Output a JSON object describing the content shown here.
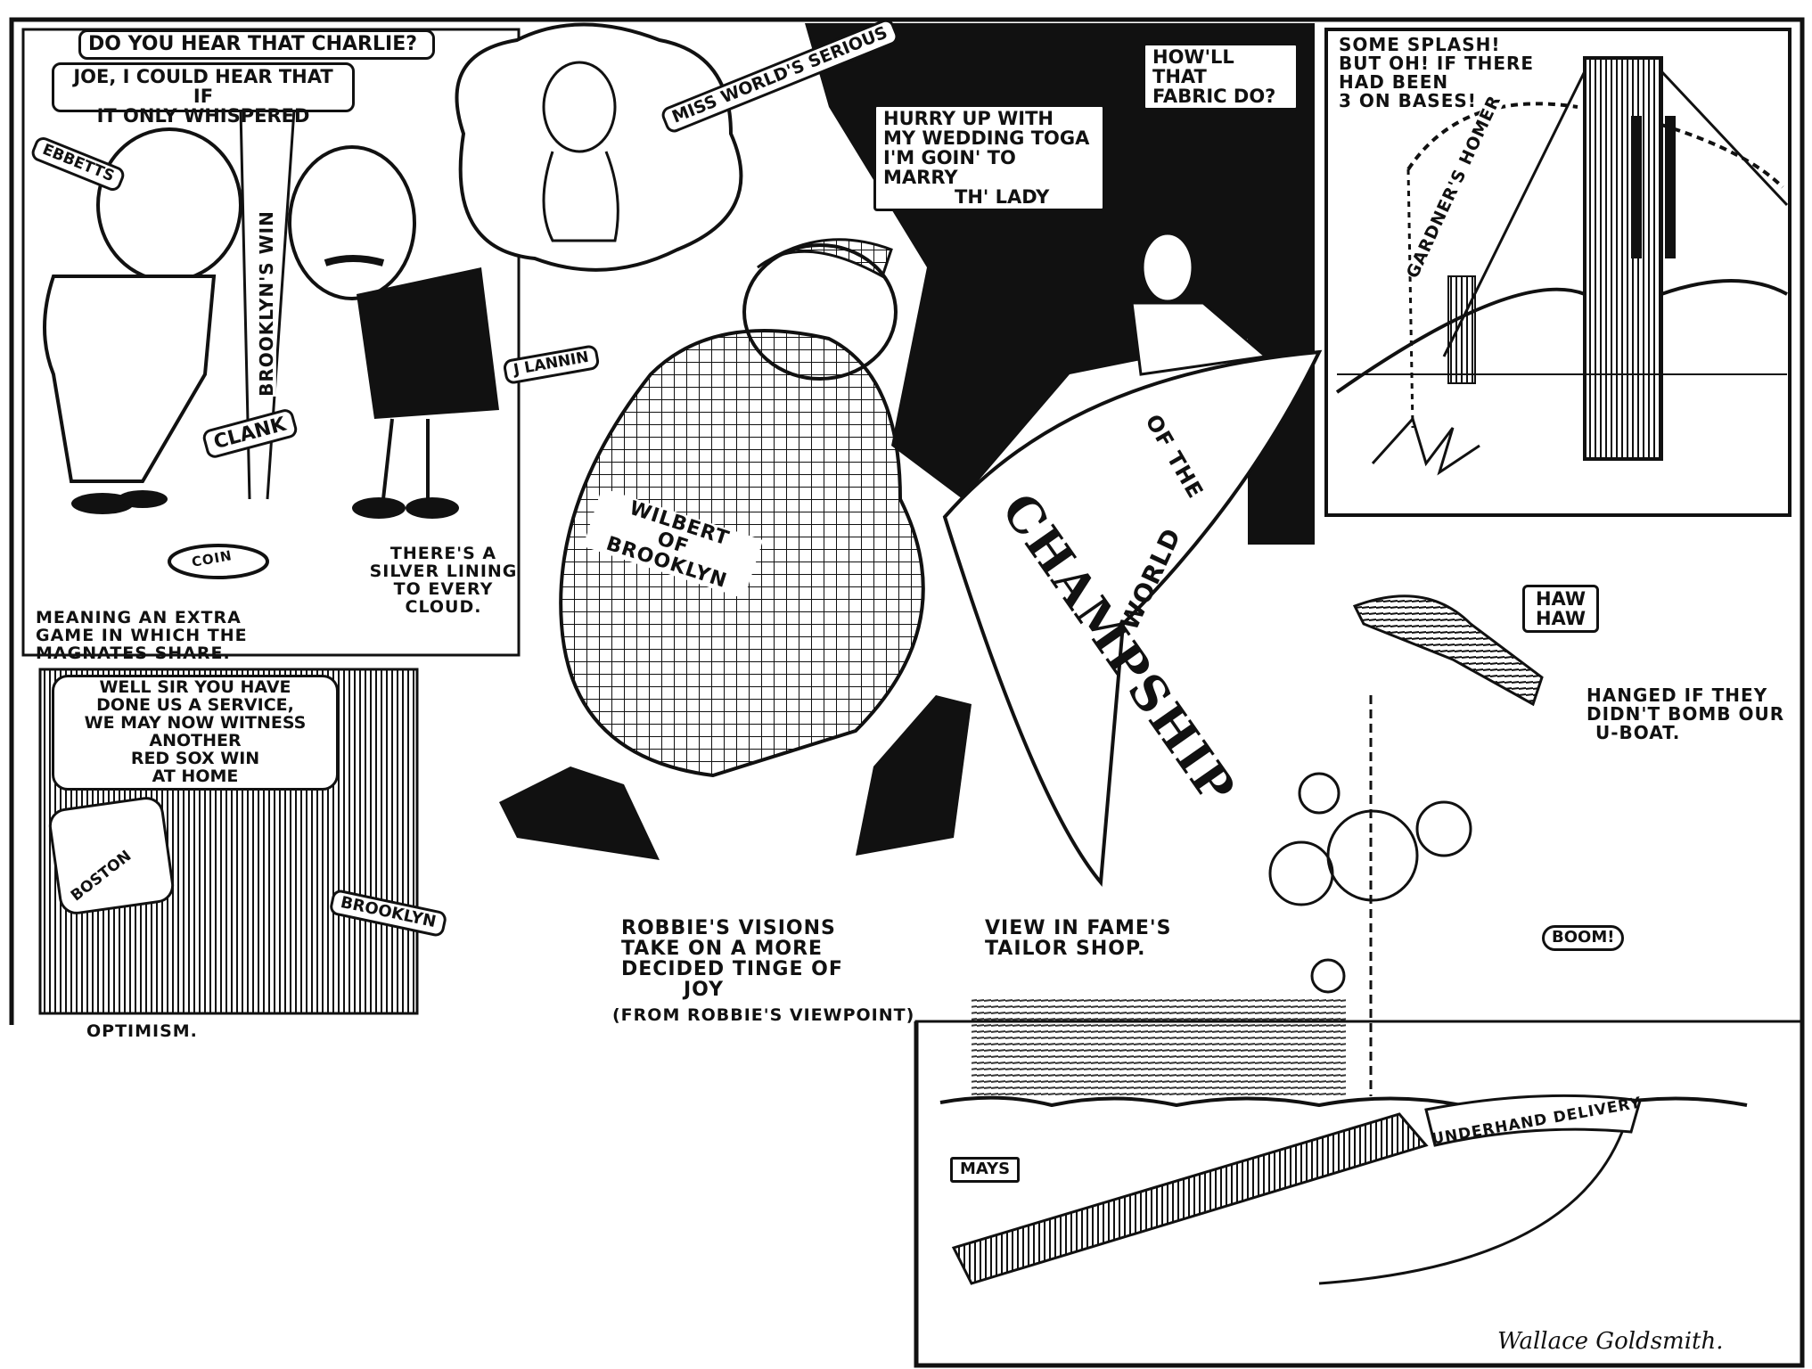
{
  "panel_1": {
    "speech_top": "DO YOU HEAR THAT CHARLIE?",
    "speech_reply_line1": "JOE, I COULD HEAR THAT IF",
    "speech_reply_line2": "IT ONLY WHISPERED",
    "label_ebbetts": "EBBETTS",
    "label_lannin": "J LANNIN",
    "vertical_label": "BROOKLYN'S WIN",
    "sound_effect": "CLANK",
    "coin_label": "COIN",
    "caption_left": [
      "MEANING AN EXTRA",
      "GAME IN WHICH THE",
      "MAGNATES SHARE."
    ],
    "caption_right": [
      "THERE'S A",
      "SILVER LINING",
      "TO EVERY",
      "CLOUD."
    ]
  },
  "panel_optimism": {
    "speech": [
      "WELL SIR YOU HAVE",
      "DONE US A SERVICE,",
      "WE MAY NOW WITNESS",
      "ANOTHER",
      "RED SOX WIN",
      "AT HOME"
    ],
    "label_boston": "BOSTON",
    "label_brooklyn": "BROOKLYN",
    "caption": "OPTIMISM."
  },
  "panel_center": {
    "dream_label": "MISS WORLD'S SERIOUS",
    "speech": [
      "HURRY UP WITH",
      "MY WEDDING TOGA",
      "I'M GOIN' TO MARRY",
      "TH' LADY"
    ],
    "pants_label": [
      "WILBERT",
      "OF",
      "BROOKLYN"
    ],
    "caption": [
      "ROBBIE'S VISIONS",
      "TAKE ON A MORE",
      "DECIDED TINGE OF",
      "JOY"
    ],
    "caption_sub": "(FROM ROBBIE'S VIEWPOINT)"
  },
  "panel_tailor": {
    "speech": [
      "HOW'LL THAT",
      "FABRIC DO?"
    ],
    "pennant_main": "CHAMPSHIP",
    "pennant_of_the": "OF THE",
    "pennant_world": "WORLD",
    "caption": [
      "VIEW IN FAME'S",
      "TAILOR SHOP."
    ]
  },
  "panel_bridge": {
    "caption": [
      "SOME SPLASH!",
      "BUT OH! IF THERE",
      "HAD BEEN",
      "3 ON BASES!"
    ],
    "arc_label": "GARDNER'S HOMER"
  },
  "panel_uboat": {
    "plane_speech": [
      "HAW",
      "HAW"
    ],
    "caption": [
      "HANGED IF THEY",
      "DIDN'T BOMB OUR",
      "U-BOAT."
    ],
    "sound_effect": "BOOM!",
    "arm_label": "UNDERHAND DELIVERY",
    "pitcher_label": "MAYS",
    "signature": "Wallace Goldsmith."
  }
}
